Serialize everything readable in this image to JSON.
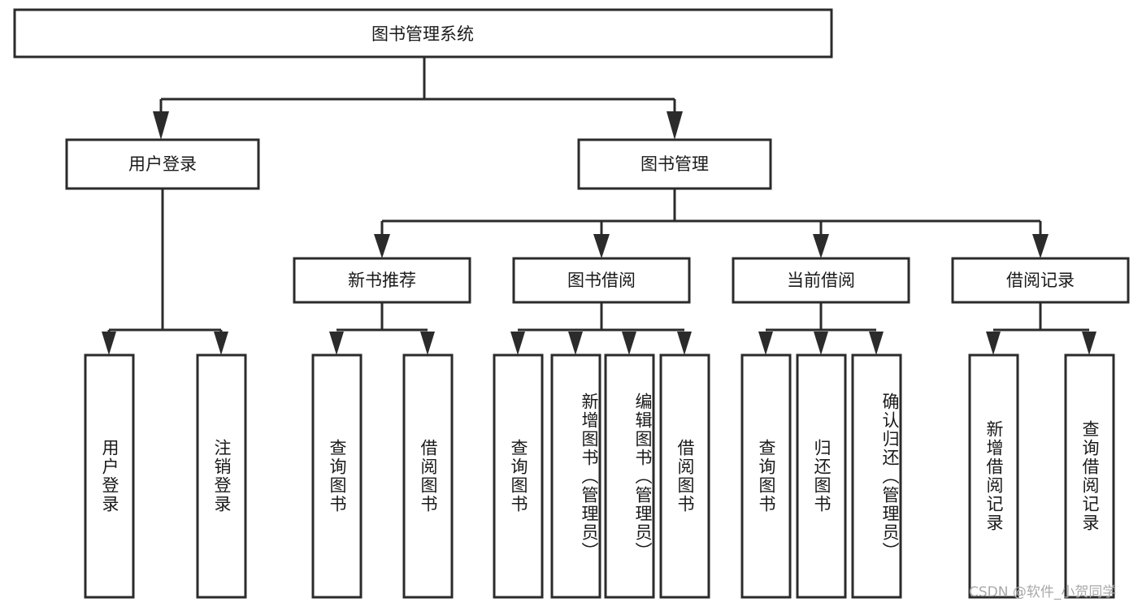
{
  "diagram": {
    "type": "tree-hierarchy-chart",
    "title": "图书管理系统",
    "levels": 4,
    "colors": {
      "box_fill": "#ffffff",
      "box_stroke": "#2b2b2b",
      "text": "#1a1a1a",
      "connector": "#2b2b2b",
      "background": "#ffffff",
      "watermark": "#a9a9a9"
    },
    "root": {
      "label": "图书管理系统",
      "orientation": "horizontal"
    },
    "level2": [
      {
        "label": "用户登录",
        "orientation": "horizontal"
      },
      {
        "label": "图书管理",
        "orientation": "horizontal"
      }
    ],
    "level3": [
      {
        "label": "新书推荐",
        "orientation": "horizontal",
        "parent": "图书管理"
      },
      {
        "label": "图书借阅",
        "orientation": "horizontal",
        "parent": "图书管理"
      },
      {
        "label": "当前借阅",
        "orientation": "horizontal",
        "parent": "图书管理"
      },
      {
        "label": "借阅记录",
        "orientation": "horizontal",
        "parent": "图书管理"
      }
    ],
    "leaves": {
      "user_login": [
        {
          "label": "用户登录",
          "orientation": "vertical"
        },
        {
          "label": "注销登录",
          "orientation": "vertical"
        }
      ],
      "new_book_recommend": [
        {
          "label": "查询图书",
          "orientation": "vertical"
        },
        {
          "label": "借阅图书",
          "orientation": "vertical"
        }
      ],
      "book_borrow": [
        {
          "label": "查询图书",
          "orientation": "vertical"
        },
        {
          "label": "新增图书（管理员）",
          "orientation": "vertical"
        },
        {
          "label": "编辑图书（管理员）",
          "orientation": "vertical"
        },
        {
          "label": "借阅图书",
          "orientation": "vertical"
        }
      ],
      "current_borrow": [
        {
          "label": "查询图书",
          "orientation": "vertical"
        },
        {
          "label": "归还图书",
          "orientation": "vertical"
        },
        {
          "label": "确认归还（管理员）",
          "orientation": "vertical"
        }
      ],
      "borrow_record": [
        {
          "label": "新增借阅记录",
          "orientation": "vertical"
        },
        {
          "label": "查询借阅记录",
          "orientation": "vertical"
        }
      ]
    }
  },
  "watermark": {
    "text": "CSDN @软件_小贺同学"
  }
}
